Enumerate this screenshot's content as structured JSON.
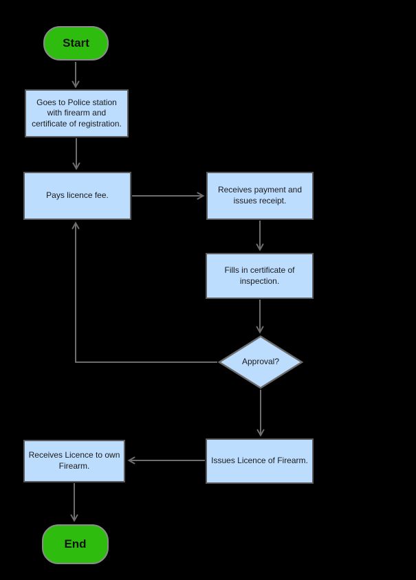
{
  "diagram": {
    "type": "flowchart",
    "colors": {
      "background": "#000000",
      "terminal_fill": "#2ebd0e",
      "terminal_border": "#8c8c8c",
      "process_fill": "#bdddff",
      "process_border": "#5b5b5b",
      "arrow": "#6e6e6e",
      "text": "#1a1a1a"
    }
  },
  "nodes": {
    "start": {
      "type": "terminal",
      "label": "Start"
    },
    "police_station": {
      "type": "process",
      "label": "Goes to Police station\nwith firearm and\ncertificate of registration."
    },
    "pays_fee": {
      "type": "process",
      "label": "Pays licence fee."
    },
    "receives_payment": {
      "type": "process",
      "label": "Receives payment and\nissues receipt."
    },
    "fills_certificate": {
      "type": "process",
      "label": "Fills in certificate of\ninspection."
    },
    "approval": {
      "type": "decision",
      "label": "Approval?"
    },
    "issues_licence": {
      "type": "process",
      "label": "Issues Licence of Firearm."
    },
    "receives_licence": {
      "type": "process",
      "label": "Receives Licence to own\nFirearm."
    },
    "end": {
      "type": "terminal",
      "label": "End"
    }
  },
  "edges": [
    {
      "from": "start",
      "to": "police_station"
    },
    {
      "from": "police_station",
      "to": "pays_fee"
    },
    {
      "from": "pays_fee",
      "to": "receives_payment"
    },
    {
      "from": "receives_payment",
      "to": "fills_certificate"
    },
    {
      "from": "fills_certificate",
      "to": "approval"
    },
    {
      "from": "approval",
      "to": "pays_fee"
    },
    {
      "from": "approval",
      "to": "issues_licence"
    },
    {
      "from": "issues_licence",
      "to": "receives_licence"
    },
    {
      "from": "receives_licence",
      "to": "end"
    }
  ]
}
